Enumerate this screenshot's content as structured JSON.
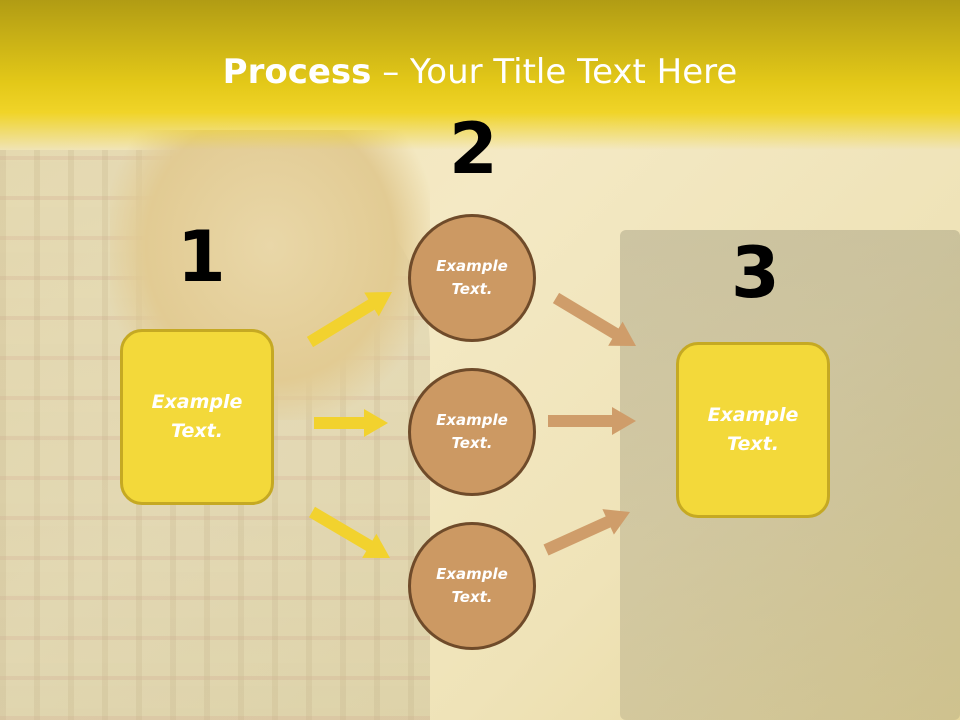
{
  "title": {
    "bold": "Process",
    "separator": " – ",
    "rest": "Your Title Text Here"
  },
  "numbers": {
    "n1": "1",
    "n2": "2",
    "n3": "3"
  },
  "boxes": {
    "left": "Example\nText.",
    "right": "Example\nText."
  },
  "circles": {
    "top": "Example\nText.",
    "middle": "Example\nText.",
    "bottom": "Example\nText."
  },
  "colors": {
    "yellow_arrow": "#f2d22e",
    "tan_arrow": "#cf9d6a",
    "box_fill": "#f3d93a",
    "circle_fill": "#cc9963"
  }
}
